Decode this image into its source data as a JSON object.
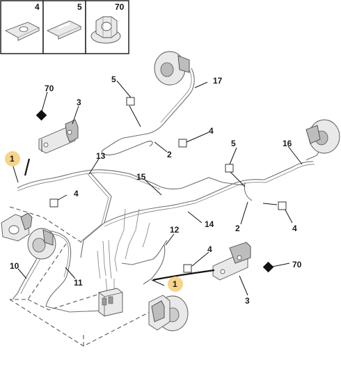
{
  "legend_boxes": [
    {
      "number": "4"
    },
    {
      "number": "5"
    },
    {
      "number": "70"
    }
  ],
  "callouts": {
    "c70_top": "70",
    "c3_top": "3",
    "c5_top": "5",
    "c17": "17",
    "c4_upper": "4",
    "c2_upper": "2",
    "c13": "13",
    "c1_left": "1",
    "c4_left": "4",
    "c15": "15",
    "c5_right": "5",
    "c16": "16",
    "c14": "14",
    "c2_right": "2",
    "c4_right": "4",
    "c12": "12",
    "c10": "10",
    "c11": "11",
    "c4_lower": "4",
    "c1_lower": "1",
    "c70_bottom": "70",
    "c3_bottom": "3"
  },
  "colors": {
    "highlight_badge": "#f7d48a",
    "pipe": "#6e6e6e",
    "text": "#1a1a1a"
  }
}
